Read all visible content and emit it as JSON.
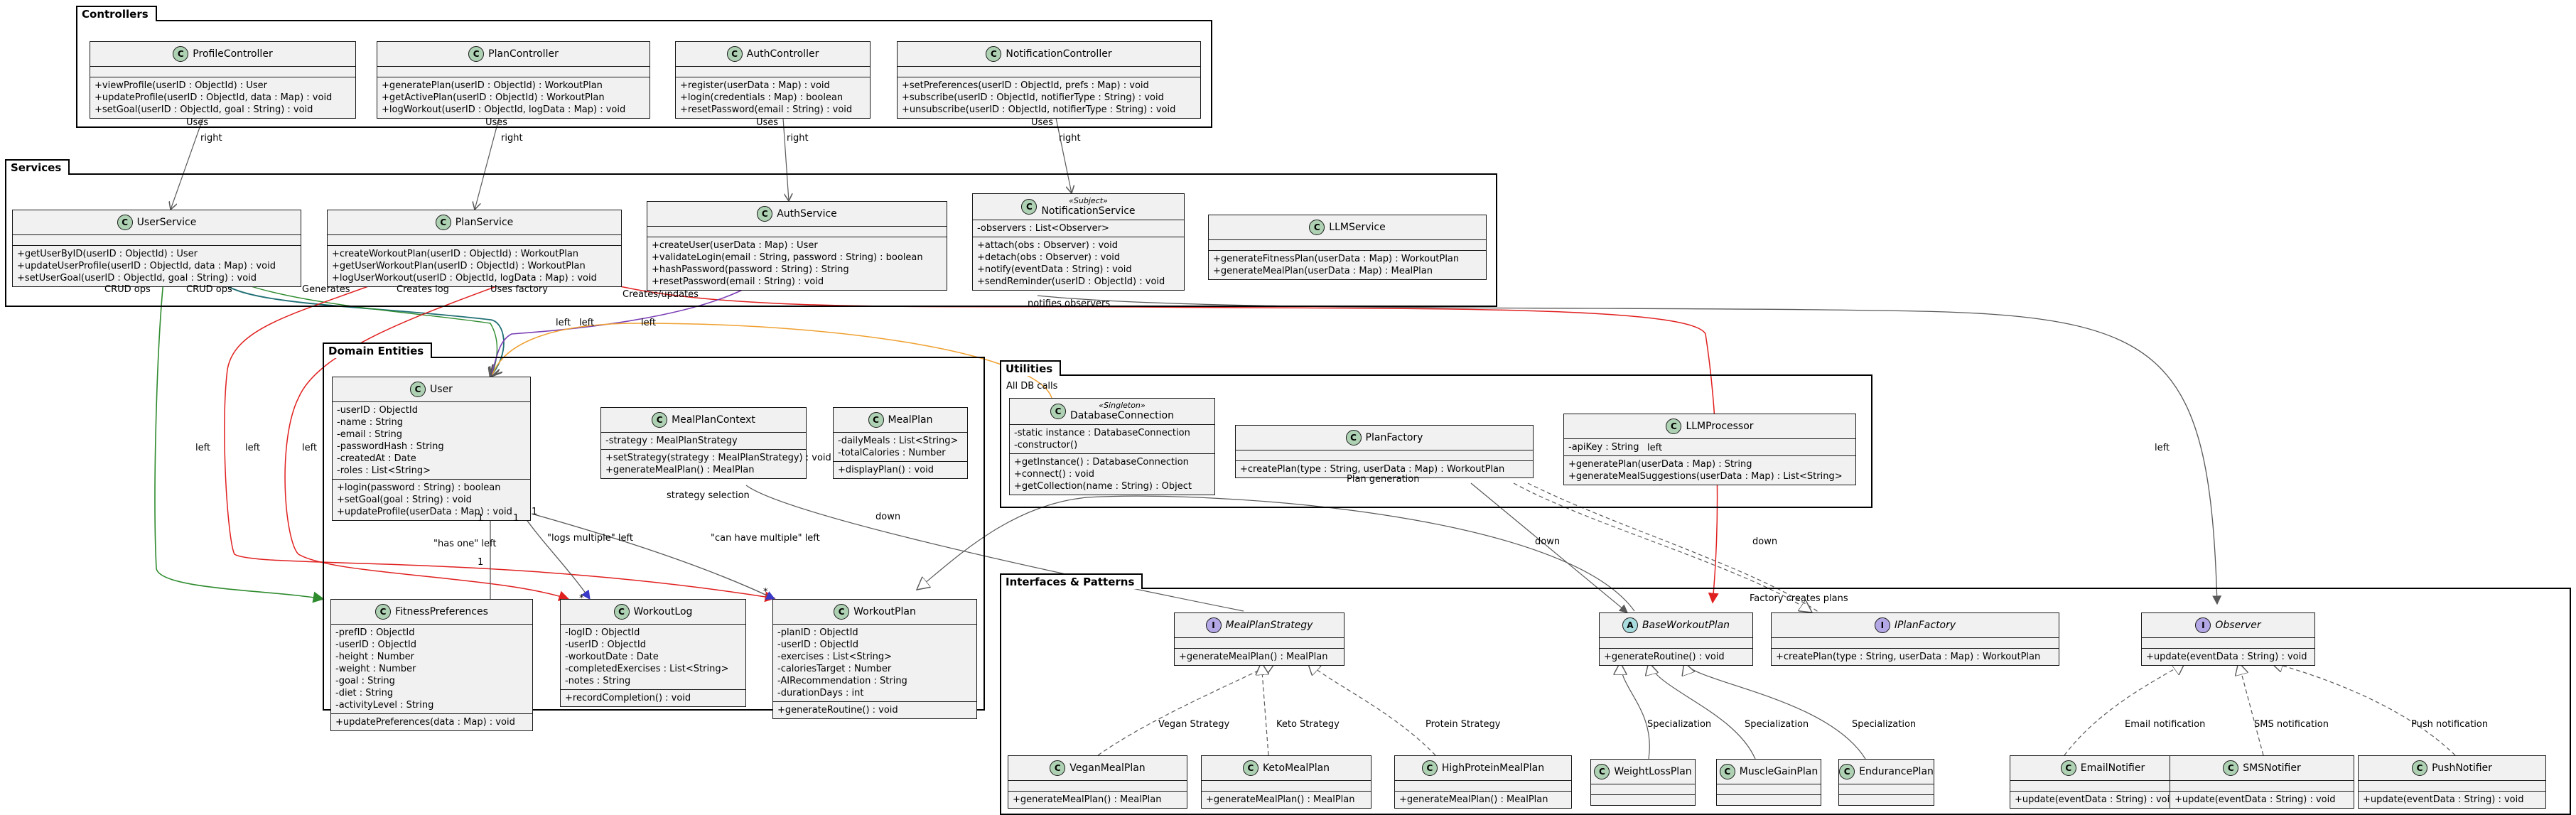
{
  "packages": {
    "controllers": "Controllers",
    "services": "Services",
    "domain": "Domain Entities",
    "utilities": "Utilities",
    "interfaces": "Interfaces & Patterns"
  },
  "classes": {
    "ProfileController": {
      "name": "ProfileController",
      "kind": "C",
      "attrs": [],
      "methods": [
        "+viewProfile(userID : ObjectId) : User",
        "+updateProfile(userID : ObjectId, data : Map) : void",
        "+setGoal(userID : ObjectId, goal : String) : void"
      ]
    },
    "PlanController": {
      "name": "PlanController",
      "kind": "C",
      "attrs": [],
      "methods": [
        "+generatePlan(userID : ObjectId) : WorkoutPlan",
        "+getActivePlan(userID : ObjectId) : WorkoutPlan",
        "+logWorkout(userID : ObjectId, logData : Map) : void"
      ]
    },
    "AuthController": {
      "name": "AuthController",
      "kind": "C",
      "attrs": [],
      "methods": [
        "+register(userData : Map) : void",
        "+login(credentials : Map) : boolean",
        "+resetPassword(email : String) : void"
      ]
    },
    "NotificationController": {
      "name": "NotificationController",
      "kind": "C",
      "attrs": [],
      "methods": [
        "+setPreferences(userID : ObjectId, prefs : Map) : void",
        "+subscribe(userID : ObjectId, notifierType : String) : void",
        "+unsubscribe(userID : ObjectId, notifierType : String) : void"
      ]
    },
    "UserService": {
      "name": "UserService",
      "kind": "C",
      "attrs": [],
      "methods": [
        "+getUserByID(userID : ObjectId) : User",
        "+updateUserProfile(userID : ObjectId, data : Map) : void",
        "+setUserGoal(userID : ObjectId, goal : String) : void"
      ]
    },
    "PlanService": {
      "name": "PlanService",
      "kind": "C",
      "attrs": [],
      "methods": [
        "+createWorkoutPlan(userID : ObjectId) : WorkoutPlan",
        "+getUserWorkoutPlan(userID : ObjectId) : WorkoutPlan",
        "+logUserWorkout(userID : ObjectId, logData : Map) : void"
      ]
    },
    "AuthService": {
      "name": "AuthService",
      "kind": "C",
      "attrs": [],
      "methods": [
        "+createUser(userData : Map) : User",
        "+validateLogin(email : String, password : String) : boolean",
        "+hashPassword(password : String) : String",
        "+resetPassword(email : String) : void"
      ]
    },
    "NotificationService": {
      "name": "NotificationService",
      "kind": "C",
      "stereotype": "«Subject»",
      "attrs": [
        "-observers : List<Observer>"
      ],
      "methods": [
        "+attach(obs : Observer) : void",
        "+detach(obs : Observer) : void",
        "+notify(eventData : String) : void",
        "+sendReminder(userID : ObjectId) : void"
      ]
    },
    "LLMService": {
      "name": "LLMService",
      "kind": "C",
      "attrs": [],
      "methods": [
        "+generateFitnessPlan(userData : Map) : WorkoutPlan",
        "+generateMealPlan(userData : Map) : MealPlan"
      ]
    },
    "User": {
      "name": "User",
      "kind": "C",
      "attrs": [
        "-userID : ObjectId",
        "-name : String",
        "-email : String",
        "-passwordHash : String",
        "-createdAt : Date",
        "-roles : List<String>"
      ],
      "methods": [
        "+login(password : String) : boolean",
        "+setGoal(goal : String) : void",
        "+updateProfile(userData : Map) : void"
      ]
    },
    "MealPlanContext": {
      "name": "MealPlanContext",
      "kind": "C",
      "attrs": [
        "-strategy : MealPlanStrategy"
      ],
      "methods": [
        "+setStrategy(strategy : MealPlanStrategy) : void",
        "+generateMealPlan() : MealPlan"
      ]
    },
    "MealPlan": {
      "name": "MealPlan",
      "kind": "C",
      "attrs": [
        "-dailyMeals : List<String>",
        "-totalCalories : Number"
      ],
      "methods": [
        "+displayPlan() : void"
      ]
    },
    "FitnessPreferences": {
      "name": "FitnessPreferences",
      "kind": "C",
      "attrs": [
        "-prefID : ObjectId",
        "-userID : ObjectId",
        "-height : Number",
        "-weight : Number",
        "-goal : String",
        "-diet : String",
        "-activityLevel : String"
      ],
      "methods": [
        "+updatePreferences(data : Map) : void"
      ]
    },
    "WorkoutLog": {
      "name": "WorkoutLog",
      "kind": "C",
      "attrs": [
        "-logID : ObjectId",
        "-userID : ObjectId",
        "-workoutDate : Date",
        "-completedExercises : List<String>",
        "-notes : String"
      ],
      "methods": [
        "+recordCompletion() : void"
      ]
    },
    "WorkoutPlan": {
      "name": "WorkoutPlan",
      "kind": "C",
      "attrs": [
        "-planID : ObjectId",
        "-userID : ObjectId",
        "-exercises : List<String>",
        "-caloriesTarget : Number",
        "-AIRecommendation : String",
        "-durationDays : int"
      ],
      "methods": [
        "+generateRoutine() : void"
      ]
    },
    "DatabaseConnection": {
      "name": "DatabaseConnection",
      "kind": "C",
      "stereotype": "«Singleton»",
      "attrs": [
        "-static instance : DatabaseConnection",
        "-constructor()"
      ],
      "methods": [
        "+getInstance() : DatabaseConnection",
        "+connect() : void",
        "+getCollection(name : String) : Object"
      ]
    },
    "PlanFactory": {
      "name": "PlanFactory",
      "kind": "C",
      "attrs": [],
      "methods": [
        "+createPlan(type : String, userData : Map) : WorkoutPlan"
      ]
    },
    "LLMProcessor": {
      "name": "LLMProcessor",
      "kind": "C",
      "attrs": [
        "-apiKey : String"
      ],
      "methods": [
        "+generatePlan(userData : Map) : String",
        "+generateMealSuggestions(userData : Map) : List<String>"
      ]
    },
    "MealPlanStrategy": {
      "name": "MealPlanStrategy",
      "kind": "I",
      "attrs": [],
      "methods": [
        "+generateMealPlan() : MealPlan"
      ]
    },
    "BaseWorkoutPlan": {
      "name": "BaseWorkoutPlan",
      "kind": "A",
      "attrs": [],
      "methods": [
        "+generateRoutine() : void"
      ]
    },
    "IPlanFactory": {
      "name": "IPlanFactory",
      "kind": "I",
      "attrs": [],
      "methods": [
        "+createPlan(type : String, userData : Map) : WorkoutPlan"
      ]
    },
    "Observer": {
      "name": "Observer",
      "kind": "I",
      "attrs": [],
      "methods": [
        "+update(eventData : String) : void"
      ]
    },
    "VeganMealPlan": {
      "name": "VeganMealPlan",
      "kind": "C",
      "attrs": [],
      "methods": [
        "+generateMealPlan() : MealPlan"
      ]
    },
    "KetoMealPlan": {
      "name": "KetoMealPlan",
      "kind": "C",
      "attrs": [],
      "methods": [
        "+generateMealPlan() : MealPlan"
      ]
    },
    "HighProteinMealPlan": {
      "name": "HighProteinMealPlan",
      "kind": "C",
      "attrs": [],
      "methods": [
        "+generateMealPlan() : MealPlan"
      ]
    },
    "WeightLossPlan": {
      "name": "WeightLossPlan",
      "kind": "C",
      "attrs": [],
      "methods": []
    },
    "MuscleGainPlan": {
      "name": "MuscleGainPlan",
      "kind": "C",
      "attrs": [],
      "methods": []
    },
    "EnduranceePlan_placeholder": null,
    "EnduranceePlan": null,
    "EndurancePlan": {
      "name": "EndurancePlan",
      "kind": "C",
      "attrs": [],
      "methods": []
    },
    "EmailNotifier": {
      "name": "EmailNotifier",
      "kind": "C",
      "attrs": [],
      "methods": [
        "+update(eventData : String) : void"
      ]
    },
    "SMSNotifier": {
      "name": "SMSNotifier",
      "kind": "C",
      "attrs": [],
      "methods": [
        "+update(eventData : String) : void"
      ]
    },
    "PushNotifier": {
      "name": "PushNotifier",
      "kind": "C",
      "attrs": [],
      "methods": [
        "+update(eventData : String) : void"
      ]
    }
  },
  "labels": {
    "uses1": "Uses",
    "right1": "right",
    "uses2": "Uses",
    "right2": "right",
    "uses3": "Uses",
    "right3": "right",
    "uses4": "Uses",
    "right4": "right",
    "crud1": "CRUD ops",
    "crud2": "CRUD ops",
    "generates": "Generates",
    "createsLog": "Creates log",
    "usesFactory": "Uses factory",
    "createsUpdates": "Creates/updates",
    "notifiesObservers": "notifies observers",
    "left_a": "left",
    "left_b": "left",
    "left_c": "left",
    "left_d": "left",
    "left_e": "left",
    "left_f": "left",
    "left_g": "left",
    "left_h": "left",
    "allDbCalls": "All DB calls",
    "hasOne": "\"has one\" left",
    "logsMultiple": "\"logs multiple\" left",
    "canHaveMultiple": "\"can have multiple\" left",
    "one1": "1",
    "one2": "1",
    "one3": "1",
    "one4": "1",
    "star1": "*",
    "star2": "*",
    "strategySelection": "strategy selection",
    "down1": "down",
    "planGeneration": "Plan generation",
    "down2": "down",
    "down3": "down",
    "factoryCreatesPlans": "Factory creates plans",
    "veganStrategy": "Vegan Strategy",
    "ketoStrategy": "Keto Strategy",
    "proteinStrategy": "Protein Strategy",
    "spec1": "Specialization",
    "spec2": "Specialization",
    "spec3": "Specialization",
    "emailNotification": "Email notification",
    "smsNotification": "SMS notification",
    "pushNotification": "Push notification"
  },
  "colors": {
    "classBg": "#f1f1f1",
    "classBorder": "#181818",
    "circleClass": "#add1b2",
    "circleInterface": "#b4a7e5",
    "circleAbstract": "#a9dcdf",
    "edgeGray": "#595959",
    "edgeGreen": "#2e8b2e",
    "edgeRed": "#e0201f",
    "edgeBlue": "#3a3ac8",
    "edgeTeal": "#1f6f75",
    "edgeOrange": "#f0a030",
    "edgePurple": "#7b3fb5"
  }
}
